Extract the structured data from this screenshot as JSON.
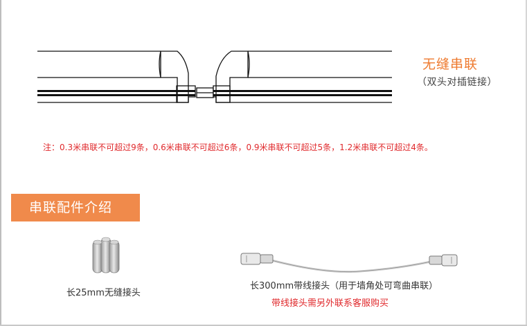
{
  "header": {
    "title": "无缝串联",
    "subtitle": "（双头对插链接）"
  },
  "note": "注：0.3米串联不可超过9条，0.6米串联不可超过6条，0.9米串联不可超过5条，1.2米串联不可超过4条。",
  "section": {
    "title": "串联配件介绍"
  },
  "accessories": {
    "connector_caption": "长25mm无缝接头",
    "cable_caption": "长300mm带线接头（用于墙角处可弯曲串联）",
    "cable_note": "带线接头需另外联系客服购买"
  },
  "colors": {
    "accent": "#ee7a2f",
    "banner": "#f08a4b",
    "warning": "#e0292c"
  }
}
